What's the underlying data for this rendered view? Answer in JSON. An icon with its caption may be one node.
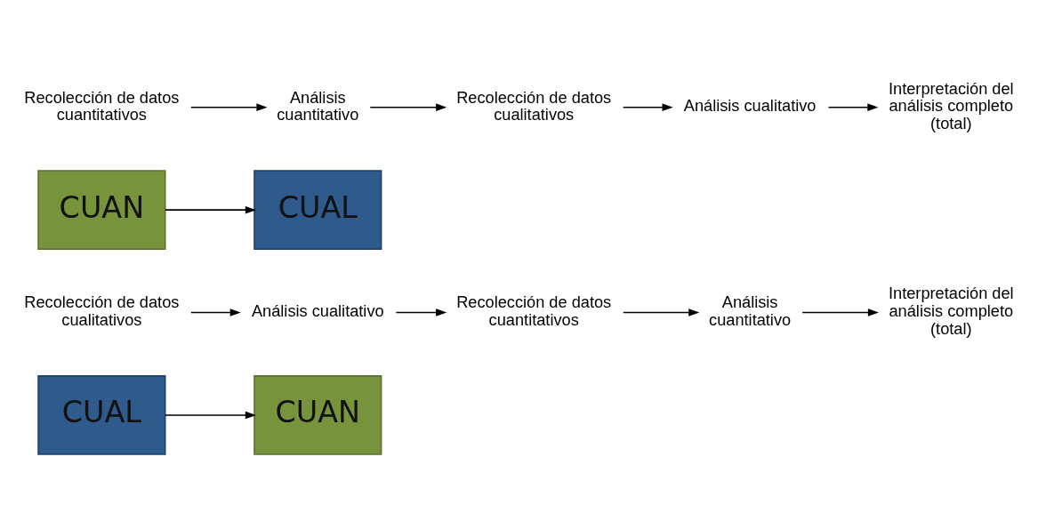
{
  "diagram": {
    "nodes": [
      {
        "text": [
          "CUAL"
        ]
      },
      {
        "text": [
          "CUAN"
        ]
      },
      {
        "text": [
          "Recolección de datos cualitativos"
        ]
      },
      {
        "text": [
          "Análisis cualitativo"
        ]
      },
      {
        "text": [
          "Recolección de datos cuantitativos"
        ]
      },
      {
        "text": [
          "Análisis cuantitativo"
        ]
      },
      {
        "text": [
          "Interpretación del análisis completo (total)"
        ]
      },
      {
        "text": [
          "CUAN"
        ]
      },
      {
        "text": [
          "CUAL"
        ]
      },
      {
        "text": [
          "Recolección de datos cuantitativos"
        ]
      },
      {
        "text": [
          "Análisis cuantitativo"
        ]
      },
      {
        "text": [
          "Recolección de datos cualitativos"
        ]
      },
      {
        "text": [
          "Análisis cualitativo"
        ]
      },
      {
        "text": [
          "Interpretación del análisis completo (total)"
        ]
      }
    ],
    "edges": [
      {
        "from": 0,
        "to": 1,
        "arrow": "to"
      },
      {
        "from": 2,
        "to": 3,
        "arrow": "to"
      },
      {
        "from": 3,
        "to": 4,
        "arrow": "to"
      },
      {
        "from": 4,
        "to": 5,
        "arrow": "to"
      },
      {
        "from": 5,
        "to": 6,
        "arrow": "to"
      },
      {
        "from": 7,
        "to": 8,
        "arrow": "to"
      },
      {
        "from": 9,
        "to": 10,
        "arrow": "to"
      },
      {
        "from": 10,
        "to": 11,
        "arrow": "to"
      },
      {
        "from": 11,
        "to": 12,
        "arrow": "to"
      },
      {
        "from": 12,
        "to": 13,
        "arrow": "to"
      }
    ]
  }
}
